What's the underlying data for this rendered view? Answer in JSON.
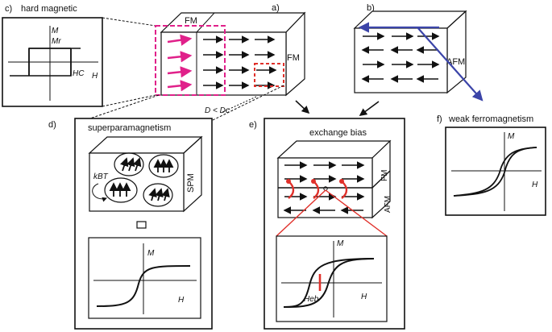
{
  "panels": {
    "a": {
      "letter": "a)",
      "region_fm": "FM",
      "side_fm": "FM",
      "condition": "D < Dc"
    },
    "b": {
      "letter": "b)",
      "side_afm": "AFM"
    },
    "c": {
      "letter": "c)",
      "title": "hard magnetic",
      "axis_m": "M",
      "mr": "Mr",
      "hc": "HC",
      "axis_h": "H"
    },
    "d": {
      "letter": "d)",
      "title": "superparamagnetism",
      "side": "SPM",
      "kbt": "kBT",
      "axis_m": "M",
      "axis_h": "H"
    },
    "e": {
      "letter": "e)",
      "title": "exchange bias",
      "fm": "FM",
      "afm": "AFM",
      "axis_m": "M",
      "axis_h": "H",
      "heb": "Heb"
    },
    "f": {
      "letter": "f)",
      "title": "weak ferromagnetism",
      "axis_m": "M",
      "axis_h": "H"
    }
  },
  "colors": {
    "magenta": "#e0218a",
    "red": "#e0302a",
    "blue": "#3b44a8",
    "black": "#111111"
  }
}
